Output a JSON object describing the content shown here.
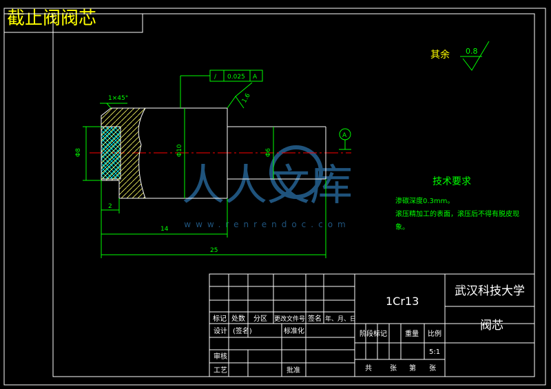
{
  "page_title": "截止阀阀芯",
  "roughness": {
    "label": "其余",
    "value": "0.8"
  },
  "chamfer_label": "1×45°",
  "tolerance": {
    "symbol": "/",
    "value": "0.025",
    "datum": "A"
  },
  "roughness_side": "1.6",
  "datum_label": "A",
  "dimensions": {
    "dia_left": "Φ8",
    "dia_mid": "Φ10",
    "dia_right": "Φ6",
    "len_small": "2",
    "len_14": "14",
    "len_25": "25"
  },
  "tech_requirements": {
    "title": "技术要求",
    "lines": [
      "渗碳深度0.3mm。",
      "滚压精加工的表面，滚压后不得有脱皮现",
      "象。"
    ]
  },
  "watermark": {
    "text": "人人文库",
    "url": "www.renrendoc.com"
  },
  "title_block": {
    "material": "1Cr13",
    "university": "武汉科技大学",
    "part_name": "阀芯",
    "header_row": [
      "标记",
      "处数",
      "分区",
      "更改文件号",
      "签名",
      "年、月、日"
    ],
    "row_design": [
      "设计",
      "(签名)",
      "标准化"
    ],
    "row_review": "审核",
    "row_process": [
      "工艺",
      "批准"
    ],
    "stage_row": [
      "阶段标记",
      "重量",
      "比例"
    ],
    "scale": "5:1",
    "sheet_row": [
      "共",
      "张",
      "第",
      "张"
    ]
  },
  "colors": {
    "frame": "#ffffff",
    "geometry": "#ffffff",
    "dimension": "#00ff00",
    "center": "#ff0000",
    "text_yellow": "#ffff00",
    "hatch_cyan": "#00ffff",
    "hatch_yellow": "#ffff66",
    "watermark": "#2a6fa6"
  }
}
